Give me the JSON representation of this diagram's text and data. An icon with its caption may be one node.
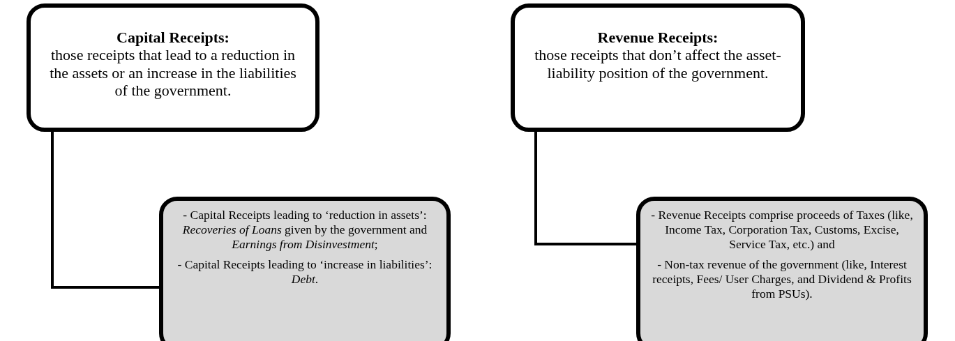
{
  "diagram": {
    "nodes": [
      {
        "text": [
          "Capital Receipts:",
          "those receipts that lead to a reduction in the assets or an increase in the liabilities of the government."
        ]
      },
      {
        "text": [
          "- Capital Receipts leading to ‘reduction in assets’: *Recoveries of Loans* given by the government and *Earnings from Disinvestment*;",
          "- Capital Receipts leading to ‘increase in liabilities’: *Debt*."
        ]
      },
      {
        "text": [
          "Revenue Receipts:",
          "those receipts that don’t affect the asset-liability position of the government."
        ]
      },
      {
        "text": [
          "- Revenue Receipts comprise proceeds of Taxes (like, Income Tax, Corporation Tax, Customs, Excise, Service Tax, etc.) and",
          "- Non-tax revenue of the government (like, Interest receipts, Fees/ User Charges, and Dividend & Profits from PSUs)."
        ]
      }
    ],
    "edges": [
      {
        "from": 0,
        "to": 1,
        "arrow": "none"
      },
      {
        "from": 2,
        "to": 3,
        "arrow": "none"
      }
    ]
  }
}
